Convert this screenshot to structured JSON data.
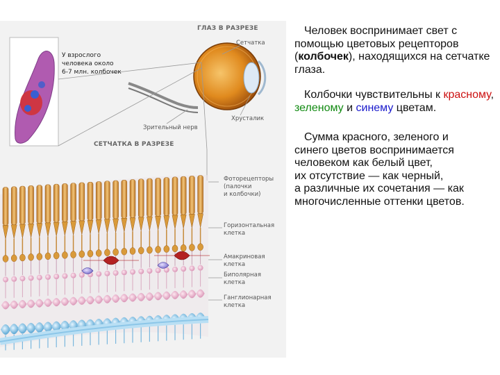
{
  "figure": {
    "heading_eye": "ГЛАЗ В РАЗРЕЗЕ",
    "heading_retina": "СЕТЧАТКА В РАЗРЕЗЕ",
    "inset_note": "У взрослого\nчеловека около\n6-7 млн. колбочек",
    "labels": {
      "retina": "Сетчатка",
      "lens": "Хрусталик",
      "optic_nerve": "Зрительный нерв",
      "photoreceptors": "Фоторецепторы\n(палочки\nи колбочки)",
      "horizontal_cell": "Горизонтальная\nклетка",
      "amacrine_cell": "Амакриновая\nклетка",
      "bipolar_cell": "Биполярная\nклетка",
      "ganglion_cell": "Ганглионарная\nклетка"
    },
    "colors": {
      "rods": "#d99a3a",
      "horizontal": "#b32222",
      "amacrine": "#7b6fd1",
      "bipolar": "#e4a6c2",
      "ganglion": "#58a9d6",
      "eyeball": "#e08a1e"
    }
  },
  "text": {
    "p1_a": "Человек воспринимает свет с помощью цветовых рецепторов (",
    "p1_bold": "колбочек",
    "p1_b": "), находящихся на сетчатке глаза.",
    "p2_a": "Колбочки чувствительны к ",
    "p2_red": "красному",
    "p2_comma": ", ",
    "p2_green": "зеленому",
    "p2_and": " и ",
    "p2_blue": "синему",
    "p2_end": " цветам.",
    "p3_l1": "Сумма красного, зеленого и",
    "p3_l2": "синего цветов воспринимается",
    "p3_l3": "человеком как белый цвет,",
    "p3_l4": "их отсутствие — как черный,",
    "p3_l5": "а различные их сочетания — как",
    "p3_l6": "многочисленные оттенки цветов."
  }
}
